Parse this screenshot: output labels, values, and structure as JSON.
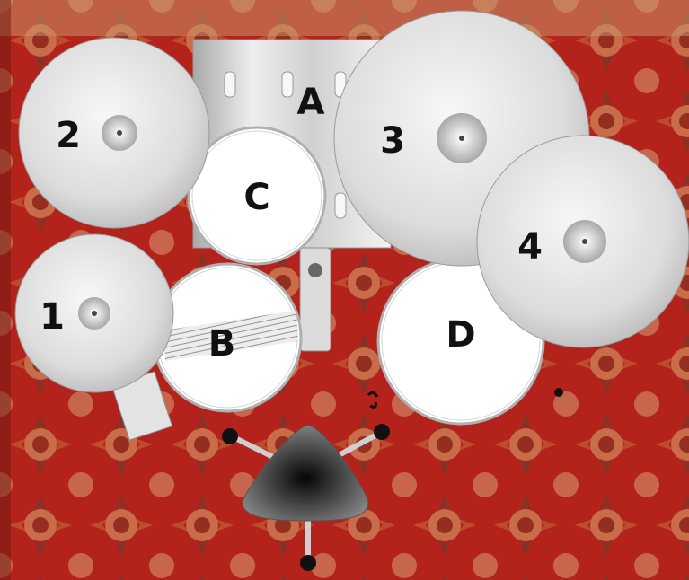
{
  "labels": {
    "cymbal_1": "1",
    "cymbal_2": "2",
    "cymbal_3": "3",
    "cymbal_4": "4",
    "drum_a": "A",
    "drum_b": "B",
    "drum_c": "C",
    "drum_d": "D"
  },
  "colors": {
    "rug_red": "#b3231b",
    "rug_dark": "#7e140f",
    "rug_gold": "#d9a870",
    "cymbal_light": "#f2f2f2",
    "cymbal_dark": "#bdbdbd",
    "drumhead": "#ffffff",
    "shell": "#cfcfcf",
    "throne": "#2a2a2a"
  }
}
